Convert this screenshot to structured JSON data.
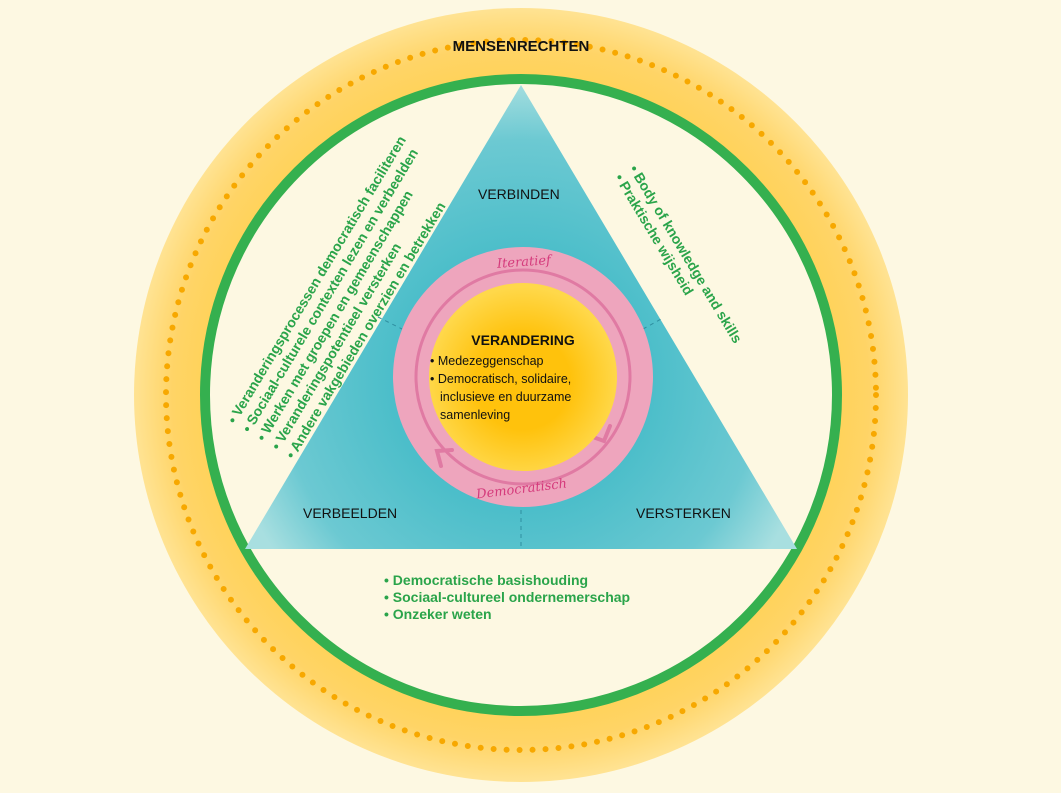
{
  "outer_ring": {
    "label": "MENSENRECHTEN"
  },
  "triangle": {
    "corners": {
      "top": "VERBINDEN",
      "left": "VERBEELDEN",
      "right": "VERSTERKEN"
    }
  },
  "left_list": [
    "Veranderingsprocessen democratisch faciliteren",
    "Sociaal-culturele contexten lezen en verbeelden",
    "Werken met groepen en gemeenschappen",
    "Veranderingspotentieel versterken",
    "Andere vakgebieden overzien en betrekken"
  ],
  "right_list": [
    "Body of knowledge and skills",
    "Praktische wijsheid"
  ],
  "bottom_list": [
    "Democratische basishouding",
    "Sociaal-cultureel ondernemerschap",
    "Onzeker weten"
  ],
  "cycle": {
    "top": "Iteratief",
    "bottom": "Democratisch"
  },
  "center": {
    "title": "VERANDERING",
    "items": [
      "Medezeggenschap",
      "Democratisch, solidaire, inclusieve en duurzame samenleving"
    ]
  },
  "colors": {
    "background": "#fdf8e2",
    "outer_ring": "#fdd46a",
    "dots": "#f7a800",
    "green_ring": "#35b04f",
    "triangle": "#4fbfca",
    "pink": "#eea5bd",
    "pink_line": "#e07aa3",
    "core": "#fdbf10",
    "text_green": "#2aa44a"
  }
}
